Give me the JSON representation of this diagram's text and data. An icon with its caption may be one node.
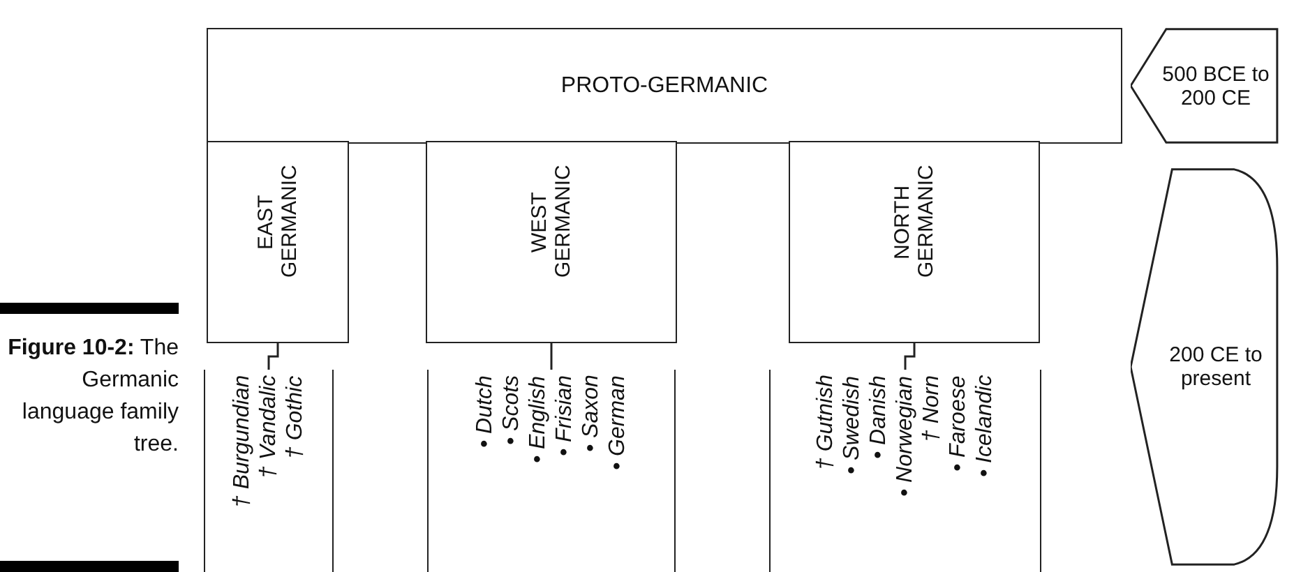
{
  "diagram": {
    "caption": "**Figure 10-2:** The Germanic language family tree.",
    "nodes": [
      {
        "text": [
          "PROTO-GERMANIC"
        ]
      },
      {
        "text": [
          "EAST GERMANIC"
        ]
      },
      {
        "text": [
          "WEST GERMANIC"
        ]
      },
      {
        "text": [
          "NORTH GERMANIC"
        ]
      },
      {
        "text": [
          "† Burgundian",
          "† Vandalic",
          "† Gothic"
        ]
      },
      {
        "text": [
          "• Dutch",
          "• Scots",
          "• English",
          "• Frisian",
          "• Saxon",
          "• German"
        ]
      },
      {
        "text": [
          "† Gutnish",
          "• Swedish",
          "• Danish",
          "• Norwegian",
          "† Norn",
          "• Faroese",
          "• Icelandic"
        ]
      },
      {
        "text": [
          "500 BCE to 200 CE"
        ]
      },
      {
        "text": [
          "200 CE to present"
        ]
      }
    ],
    "edges": [
      {
        "from": 1,
        "to": 4,
        "arrow": "none"
      },
      {
        "from": 2,
        "to": 5,
        "arrow": "none"
      },
      {
        "from": 3,
        "to": 6,
        "arrow": "none"
      }
    ]
  }
}
